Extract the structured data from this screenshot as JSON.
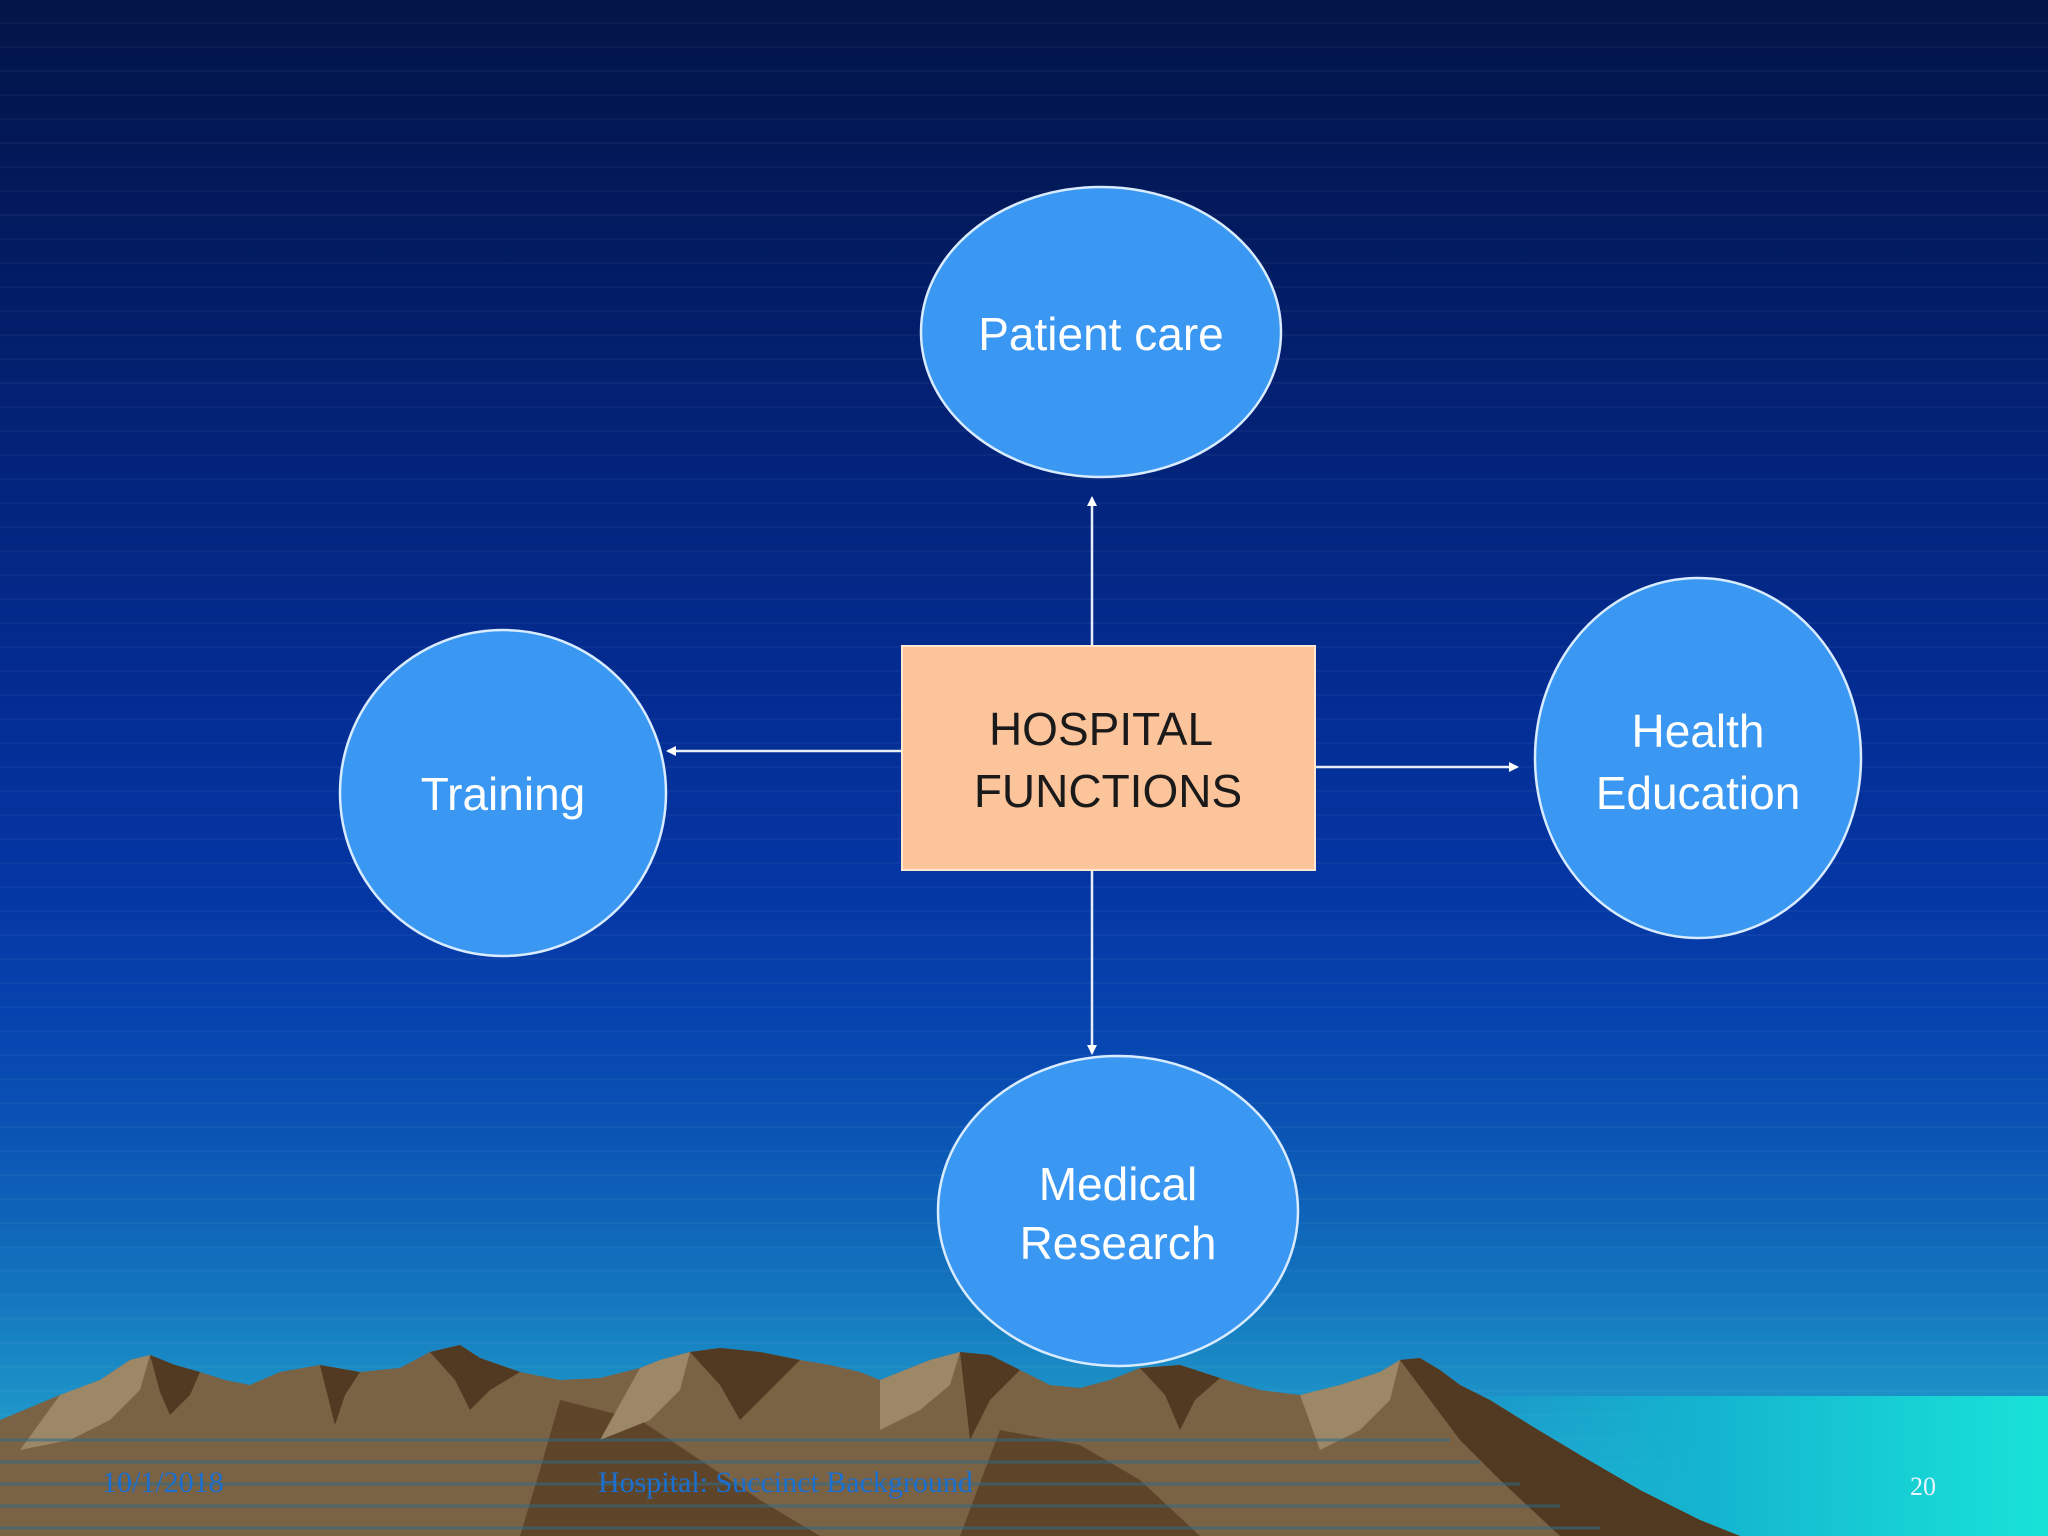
{
  "diagram": {
    "center": {
      "line1": "HOSPITAL",
      "line2": "FUNCTIONS",
      "fill": "#fcc49a"
    },
    "nodes": [
      {
        "id": "patient-care",
        "lines": [
          "Patient care"
        ]
      },
      {
        "id": "training",
        "lines": [
          "Training"
        ]
      },
      {
        "id": "health-education",
        "lines": [
          "Health",
          "Education"
        ]
      },
      {
        "id": "medical-research",
        "lines": [
          "Medical",
          "Research"
        ]
      }
    ],
    "node_fill": "#3a97f2"
  },
  "footer": {
    "date": "10/1/2018",
    "title": "Hospital: Succinct Background",
    "page": "20"
  }
}
